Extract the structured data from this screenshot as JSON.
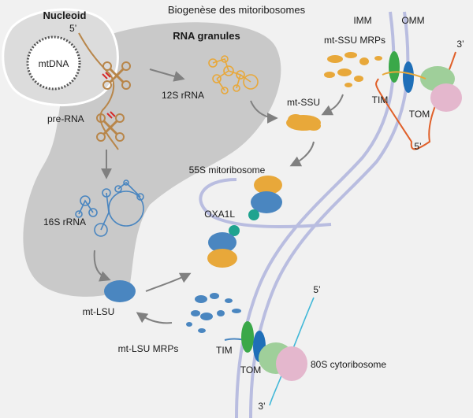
{
  "title": "Biogenèse des mitoribosomes",
  "labels": {
    "nucleoid": "Nucleoid",
    "five_prime_top": "5’",
    "mtdna": "mtDNA",
    "pre_rna": "pre-RNA",
    "rna_granules": "RNA granules",
    "rrna_12s": "12S rRNA",
    "rrna_16s": "16S rRNA",
    "mt_ssu": "mt-SSU",
    "mt_lsu": "mt-LSU",
    "mitoribosome_55s": "55S mitoribosome",
    "oxa1l": "OXA1L",
    "imm": "IMM",
    "omm": "OMM",
    "mt_ssu_mrps": "mt-SSU MRPs",
    "mt_lsu_mrps": "mt-LSU MRPs",
    "tim_top": "TIM",
    "tom_top": "TOM",
    "tim_bottom": "TIM",
    "tom_bottom": "TOM",
    "three_prime_top": "3’",
    "five_prime_right": "5’",
    "five_prime_bottom": "5’",
    "three_prime_bottom": "3’",
    "cytoribosome_80s": "80S cytoribosome"
  },
  "colors": {
    "background": "#f1f1f1",
    "granule": "#c9c9c9",
    "nucleoid": "#d6d6d6",
    "membrane": "#b9bde0",
    "ssu_orange": "#e8a83a",
    "lsu_blue": "#4a86c0",
    "tim_green": "#3aa849",
    "tom_blue": "#1f6fb8",
    "oxa1l_teal": "#1fa38f",
    "cyto_green": "#9fcf9a",
    "cyto_pink": "#e4b7cd",
    "mrna_orange": "#e0602a",
    "mrna_cyan": "#42b8d8",
    "arrow_gray": "#808080",
    "cut_red": "#d62a2a"
  }
}
